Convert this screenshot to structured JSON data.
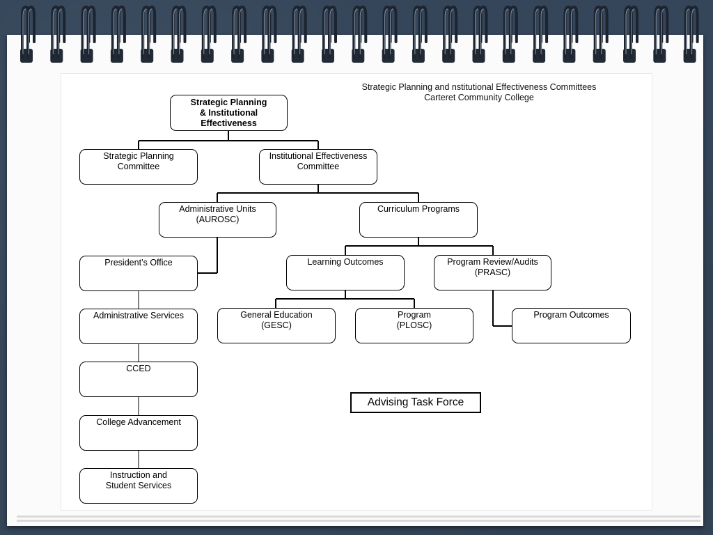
{
  "title": {
    "line1": "Strategic Planning and  nstitutional Effectiveness Committees",
    "line2": "Carteret Community College"
  },
  "nodes": {
    "root": "Strategic Planning\n& Institutional\nEffectiveness",
    "spc": "Strategic Planning\nCommittee",
    "iec": "Institutional Effectiveness\nCommittee",
    "admin_units": "Administrative Units\n(AUROSC)",
    "curriculum": "Curriculum Programs",
    "presidents_office": "President’s Office",
    "learning_outcomes": "Learning Outcomes",
    "program_review": "Program Review/Audits\n(PRASC)",
    "admin_services": "Administrative Services",
    "gen_ed": "General Education\n(GESC)",
    "program": "Program\n(PLOSC)",
    "program_outcomes": "Program Outcomes",
    "cced": "CCED",
    "college_advancement": "College Advancement",
    "instruction": "Instruction and\nStudent Services"
  },
  "task_force": "Advising Task Force",
  "colors": {
    "background": "#35465a",
    "paper": "#fbfbfb",
    "ring": "#1c2430"
  }
}
